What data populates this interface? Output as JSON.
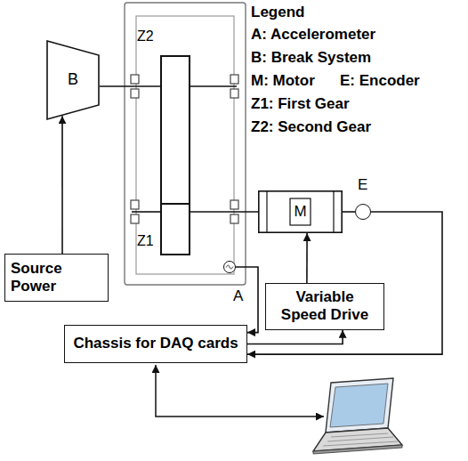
{
  "diagram": {
    "nodes": [
      {
        "text": [
          "B"
        ]
      },
      {
        "text": [
          "Z2"
        ]
      },
      {
        "text": [
          "Z1"
        ]
      },
      {
        "text": [
          "M"
        ]
      },
      {
        "text": [
          "E"
        ]
      },
      {
        "text": [
          "A"
        ]
      },
      {
        "text": [
          "Source Power"
        ]
      },
      {
        "text": [
          "Variable Speed Drive"
        ]
      },
      {
        "text": [
          "Chassis for DAQ cards"
        ]
      }
    ],
    "edges": [
      {
        "from": 6,
        "to": 0,
        "arrow": "to"
      },
      {
        "from": 0,
        "to": 1,
        "arrow": "none"
      },
      {
        "from": 2,
        "to": 3,
        "arrow": "none"
      },
      {
        "from": 3,
        "to": 4,
        "arrow": "none"
      },
      {
        "from": 7,
        "to": 3,
        "arrow": "to"
      },
      {
        "from": 8,
        "to": 7,
        "arrow": "to"
      },
      {
        "from": 5,
        "to": 8,
        "arrow": "to"
      },
      {
        "from": 4,
        "to": 8,
        "arrow": "to"
      }
    ],
    "labels": [
      "Legend"
    ],
    "legend": [
      {
        "text": "A: Accelerometer"
      },
      {
        "text": "B: Break System"
      },
      {
        "text": "M: Motor"
      },
      {
        "text": "E: Encoder"
      },
      {
        "text": "Z1: First Gear"
      },
      {
        "text": "Z2: Second Gear"
      }
    ]
  }
}
